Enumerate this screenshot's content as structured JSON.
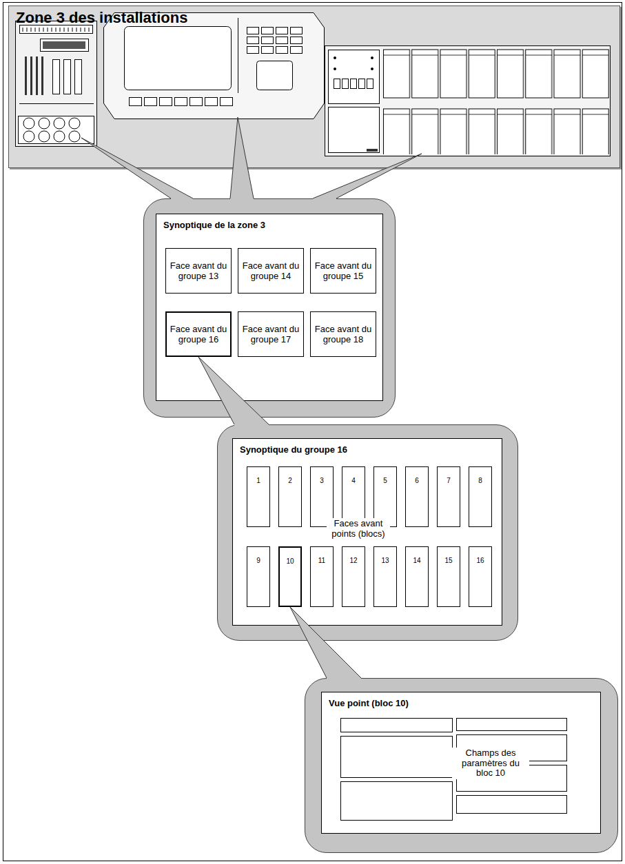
{
  "diagram": {
    "nodes": [
      {
        "text": [
          "Zone 3 des installations"
        ]
      },
      {
        "text": [
          "Synoptique de la zone 3"
        ]
      },
      {
        "text": [
          "Face avant du groupe 13"
        ],
        "in": 1
      },
      {
        "text": [
          "Face avant du groupe 14"
        ],
        "in": 1
      },
      {
        "text": [
          "Face avant du groupe 15"
        ],
        "in": 1
      },
      {
        "text": [
          "Face avant du groupe 16"
        ],
        "in": 1
      },
      {
        "text": [
          "Face avant du groupe 17"
        ],
        "in": 1
      },
      {
        "text": [
          "Face avant du groupe 18"
        ],
        "in": 1
      },
      {
        "text": [
          "Synoptique du groupe 16",
          "Faces avant points (blocs)"
        ]
      },
      {
        "text": [
          "1"
        ],
        "in": 8
      },
      {
        "text": [
          "2"
        ],
        "in": 8
      },
      {
        "text": [
          "3"
        ],
        "in": 8
      },
      {
        "text": [
          "4"
        ],
        "in": 8
      },
      {
        "text": [
          "5"
        ],
        "in": 8
      },
      {
        "text": [
          "6"
        ],
        "in": 8
      },
      {
        "text": [
          "7"
        ],
        "in": 8
      },
      {
        "text": [
          "8"
        ],
        "in": 8
      },
      {
        "text": [
          "9"
        ],
        "in": 8
      },
      {
        "text": [
          "10"
        ],
        "in": 8
      },
      {
        "text": [
          "11"
        ],
        "in": 8
      },
      {
        "text": [
          "12"
        ],
        "in": 8
      },
      {
        "text": [
          "13"
        ],
        "in": 8
      },
      {
        "text": [
          "14"
        ],
        "in": 8
      },
      {
        "text": [
          "15"
        ],
        "in": 8
      },
      {
        "text": [
          "16"
        ],
        "in": 8
      },
      {
        "text": [
          "Vue point (bloc 10)",
          "Champs des paramètres du bloc 10"
        ]
      }
    ],
    "edges": [
      {
        "from": 0,
        "to": 1,
        "arrow": "none"
      },
      {
        "from": 0,
        "to": 1,
        "arrow": "none"
      },
      {
        "from": 0,
        "to": 1,
        "arrow": "none"
      },
      {
        "from": 5,
        "to": 8,
        "arrow": "none"
      },
      {
        "from": 18,
        "to": 25,
        "arrow": "none"
      }
    ]
  }
}
